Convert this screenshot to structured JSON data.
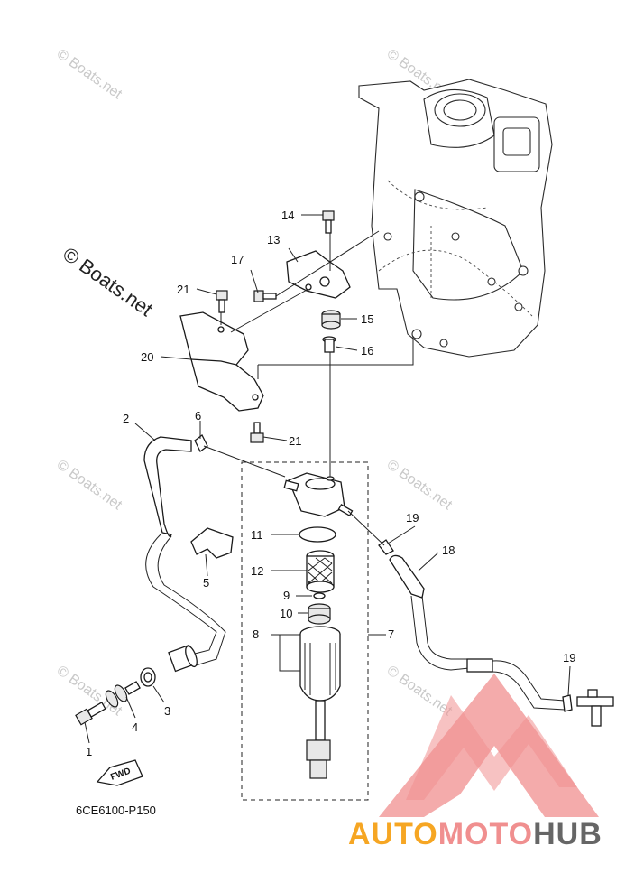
{
  "diagram": {
    "code": "6CE6100-P150",
    "fwd_label": "FWD",
    "watermark": "© Boats.net",
    "callouts": [
      {
        "id": "1",
        "label": "1"
      },
      {
        "id": "2",
        "label": "2"
      },
      {
        "id": "3",
        "label": "3"
      },
      {
        "id": "4",
        "label": "4"
      },
      {
        "id": "5",
        "label": "5"
      },
      {
        "id": "6",
        "label": "6"
      },
      {
        "id": "7",
        "label": "7"
      },
      {
        "id": "8",
        "label": "8"
      },
      {
        "id": "9",
        "label": "9"
      },
      {
        "id": "10",
        "label": "10"
      },
      {
        "id": "11",
        "label": "11"
      },
      {
        "id": "12",
        "label": "12"
      },
      {
        "id": "13",
        "label": "13"
      },
      {
        "id": "14",
        "label": "14"
      },
      {
        "id": "15",
        "label": "15"
      },
      {
        "id": "16",
        "label": "16"
      },
      {
        "id": "17",
        "label": "17"
      },
      {
        "id": "18",
        "label": "18"
      },
      {
        "id": "19a",
        "label": "19"
      },
      {
        "id": "19b",
        "label": "19"
      },
      {
        "id": "20",
        "label": "20"
      },
      {
        "id": "21a",
        "label": "21"
      },
      {
        "id": "21b",
        "label": "21"
      }
    ]
  },
  "brand": {
    "part1": "AUTO",
    "part2": "MOTO",
    "part3": "HUB",
    "colors": {
      "auto": "#f6a623",
      "moto": "#f08f8f",
      "hub": "#666666",
      "logo": "#f08f8f"
    }
  }
}
